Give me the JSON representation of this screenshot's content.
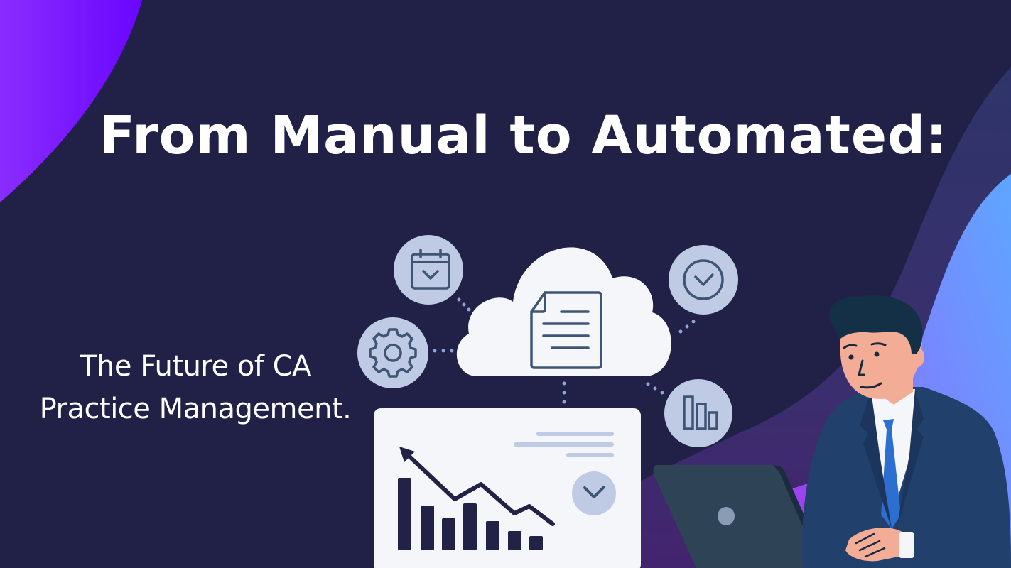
{
  "banner": {
    "headline": "From Manual to Automated:",
    "subtitle_line1": "The Future of CA",
    "subtitle_line2": "Practice Management."
  },
  "colors": {
    "background": "#212147",
    "accent_purple": "#7a1dff",
    "accent_blue": "#5f9dff",
    "icon_circle": "#bfcbe4",
    "icon_stroke": "#3e5575",
    "cloud": "#f4f6fa",
    "dashboard_card": "#f4f6fa",
    "bar_color": "#222146"
  },
  "illustration": {
    "icons": [
      "calendar-check-icon",
      "gear-icon",
      "chevron-circle-icon",
      "bar-chart-icon",
      "document-icon",
      "cloud-icon"
    ],
    "dashboard_bars": [
      100,
      62,
      44,
      65,
      40,
      26,
      18
    ]
  }
}
